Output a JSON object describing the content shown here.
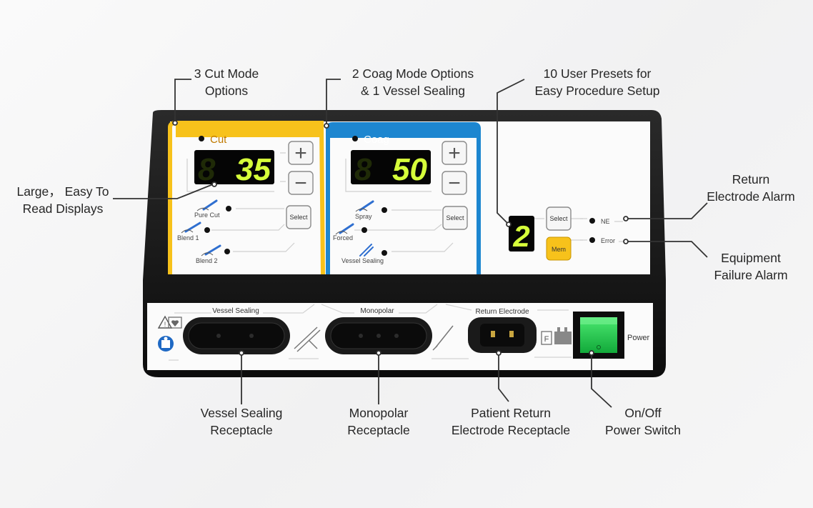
{
  "annotations": {
    "cut_modes": "3 Cut Mode\nOptions",
    "coag_modes": "2 Coag Mode Options\n& 1 Vessel Sealing",
    "presets": "10 User Presets for\nEasy Procedure Setup",
    "displays": "Large， Easy To\nRead Displays",
    "return_alarm": "Return\nElectrode Alarm",
    "failure_alarm": "Equipment\nFailure Alarm",
    "vessel_receptacle": "Vessel Sealing\nReceptacle",
    "monopolar_receptacle": "Monopolar\nReceptacle",
    "patient_return": "Patient Return\nElectrode Receptacle",
    "power_switch": "On/Off\nPower Switch"
  },
  "panel": {
    "cut": {
      "title": "Cut",
      "value_dim": "8",
      "value": "35",
      "plus": "+",
      "minus": "−",
      "select": "Select",
      "modes": [
        "Pure Cut",
        "Blend 1",
        "Blend 2"
      ],
      "color": "#f7c21b"
    },
    "coag": {
      "title": "Coag",
      "value_dim": "8",
      "value": "50",
      "plus": "+",
      "minus": "−",
      "select": "Select",
      "modes": [
        "Spray",
        "Forced",
        "Vessel Sealing"
      ],
      "color": "#1d86d0"
    },
    "preset": {
      "value": "2",
      "select": "Select",
      "mem": "Mem",
      "ne": "NE",
      "error": "Error"
    }
  },
  "front": {
    "vessel_sealing": "Vessel Sealing",
    "monopolar": "Monopolar",
    "return_electrode": "Return Electrode",
    "power": "Power",
    "f_mark": "F",
    "warning_icon": "warning-triangle-icon",
    "manual_icon": "read-manual-icon"
  },
  "colors": {
    "display_green": "#d6ff3a",
    "display_bg": "#050505",
    "mem_button": "#f7c21b",
    "power_green": "#1ec84a",
    "shell": "#151515"
  }
}
